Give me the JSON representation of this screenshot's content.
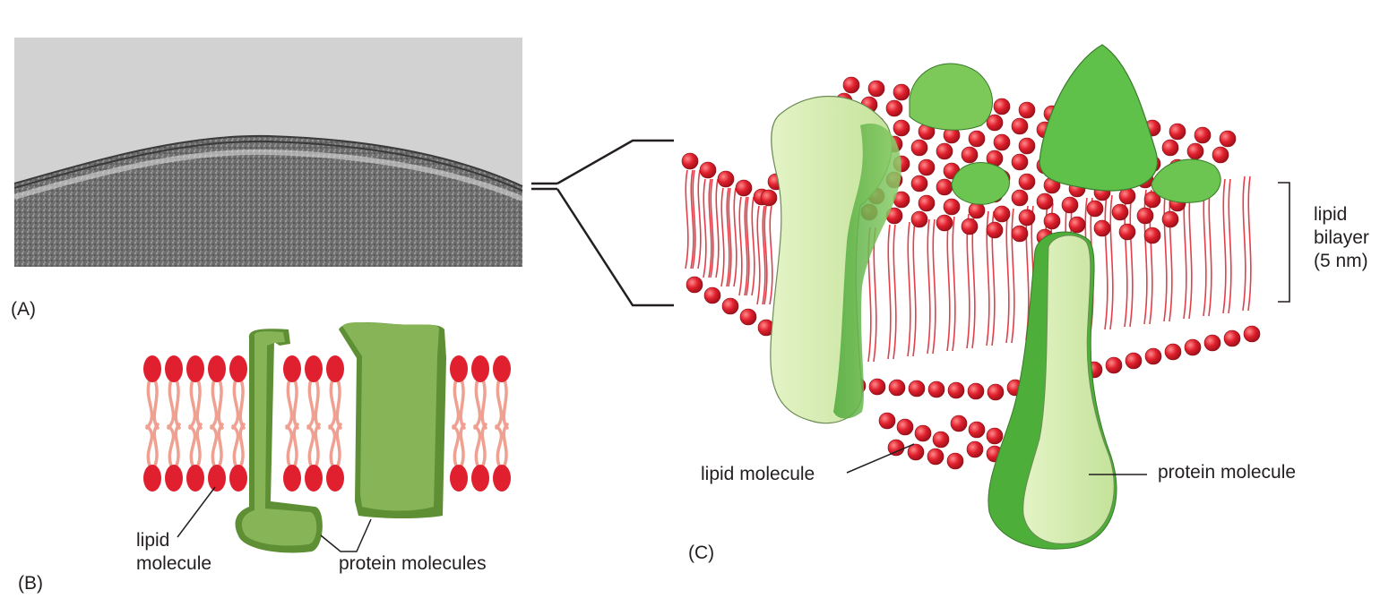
{
  "panel_a": {
    "label": "(A)"
  },
  "panel_b": {
    "label": "(B)",
    "lipid_label_line1": "lipid",
    "lipid_label_line2": "molecule",
    "protein_label": "protein molecules"
  },
  "panel_c": {
    "label": "(C)",
    "bilayer_label_line1": "lipid",
    "bilayer_label_line2": "bilayer",
    "bilayer_label_line3": "(5 nm)",
    "lipid_label": "lipid molecule",
    "protein_label": "protein molecule"
  },
  "colors": {
    "lipid_head": "#e0202e",
    "lipid_tail_b": "#f0a090",
    "protein_b": "#7aa84a",
    "protein_c_light": "#d6ecb0",
    "protein_c_dark": "#5fb84a",
    "micrograph_light": "#cfcfcf",
    "micrograph_dark": "#5a5a5a"
  }
}
